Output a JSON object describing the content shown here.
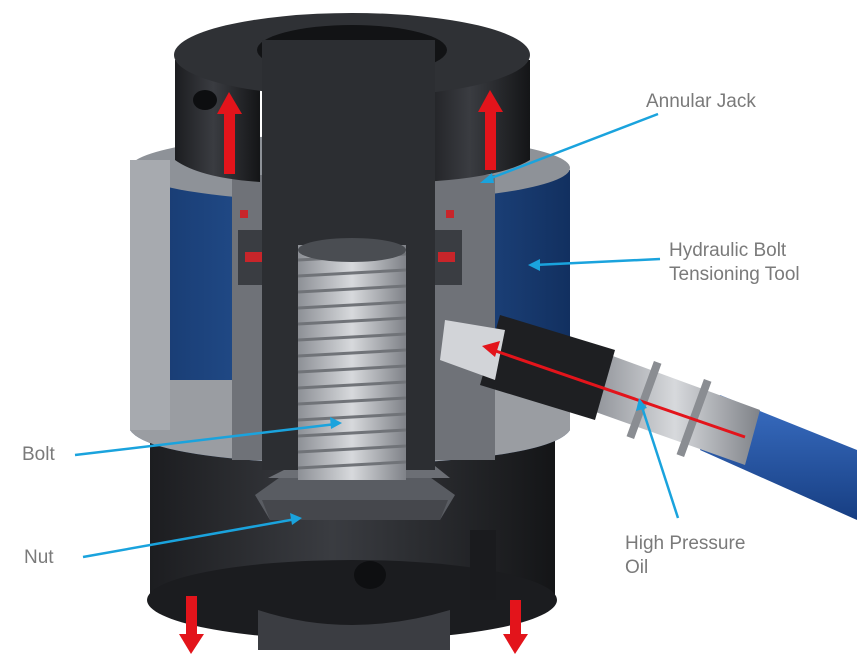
{
  "labels": {
    "annular_jack": "Annular Jack",
    "tensioning_tool_line1": "Hydraulic Bolt",
    "tensioning_tool_line2": "Tensioning Tool",
    "bolt": "Bolt",
    "nut": "Nut",
    "oil_line1": "High Pressure",
    "oil_line2": "Oil"
  },
  "colors": {
    "leader": "#1aa3dd",
    "arrow": "#e3141b",
    "label_text": "#7a7a7a",
    "jack_body": "#2b2d31",
    "blue_sleeve": "#1f4a8a",
    "steel": "#b5b8bd",
    "hose": "#2456a8"
  }
}
